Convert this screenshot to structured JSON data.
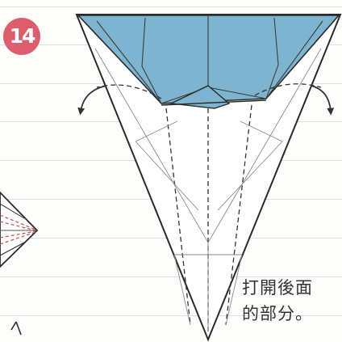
{
  "step": {
    "number": "14"
  },
  "caption": {
    "line1": "打開後面",
    "line2": "的部分。"
  },
  "colors": {
    "paper_colored_side": "#7fb4d1",
    "step_badge": "#dc5e6d",
    "line": "#2a2a2a",
    "arrow": "#333333",
    "ruled_line": "#d9e3ea"
  },
  "icons": {
    "left_arrow": "curved-arrow-down-left-icon",
    "right_arrow": "curved-arrow-down-right-icon"
  }
}
